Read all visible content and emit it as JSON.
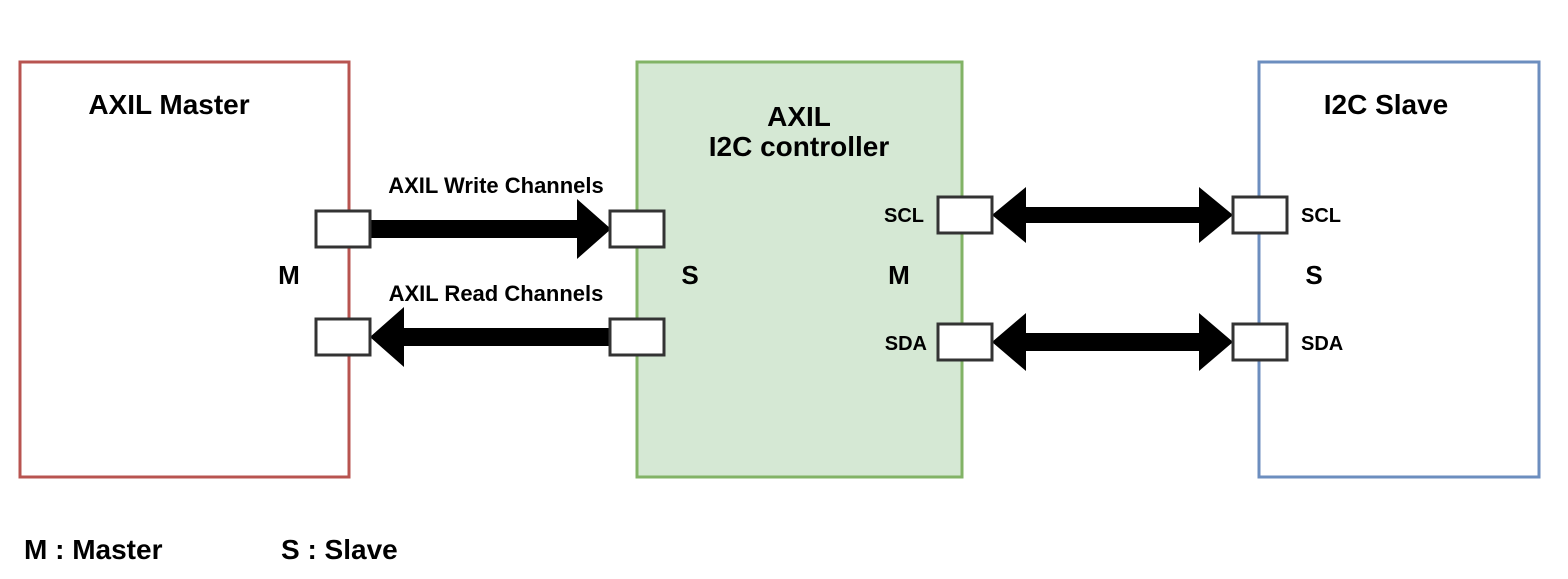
{
  "blocks": {
    "master": {
      "title": "AXIL Master",
      "role": "M"
    },
    "controller": {
      "title_line1": "AXIL",
      "title_line2": "I2C controller",
      "role_left": "S",
      "role_right": "M",
      "pin_scl": "SCL",
      "pin_sda": "SDA"
    },
    "slave": {
      "title": "I2C Slave",
      "role": "S",
      "pin_scl": "SCL",
      "pin_sda": "SDA"
    }
  },
  "channels": {
    "write": "AXIL Write Channels",
    "read": "AXIL Read Channels"
  },
  "legend": {
    "master": "M : Master",
    "slave": "S : Slave"
  },
  "colors": {
    "master_border": "#b85450",
    "controller_border": "#82b366",
    "controller_fill": "#d5e8d4",
    "slave_border": "#6c8ebf",
    "port_border": "#333333",
    "arrow": "#000000"
  }
}
